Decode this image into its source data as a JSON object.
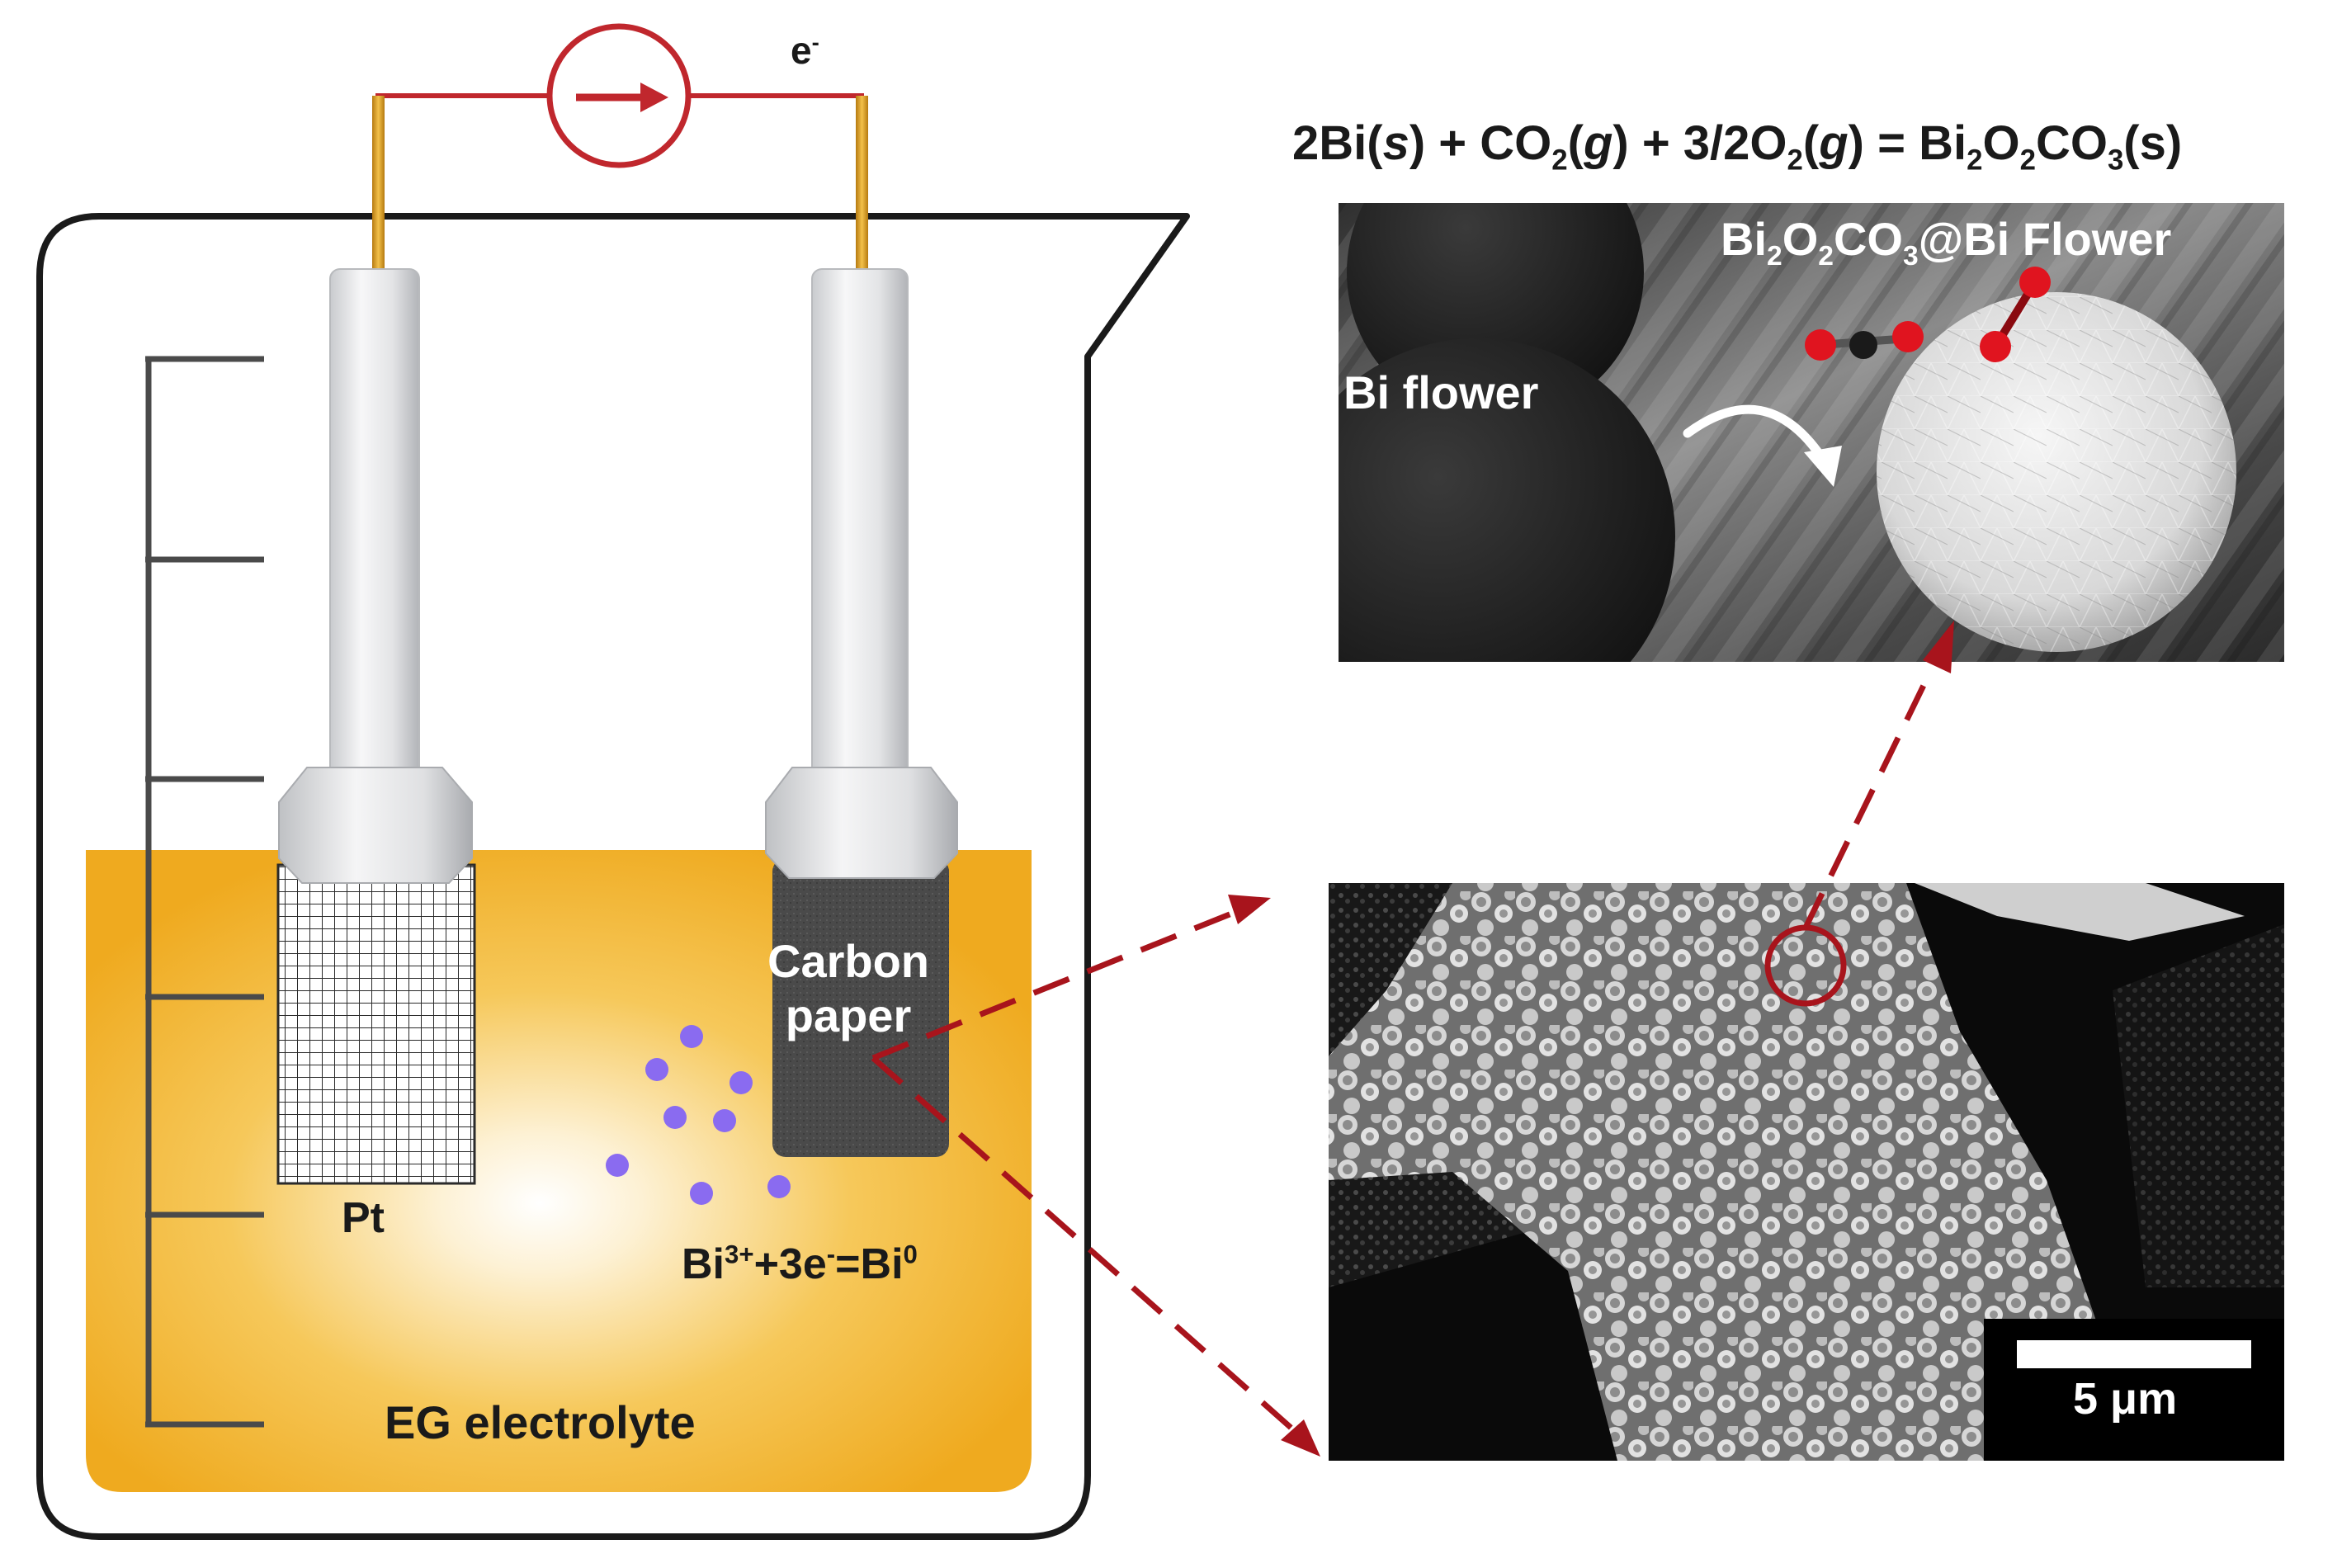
{
  "circuit": {
    "electron_symbol": "e",
    "electron_superscript": "-"
  },
  "electrodes": {
    "counter_label": "Pt",
    "working_label_line1": "Carbon",
    "working_label_line2": "paper"
  },
  "cell": {
    "reduction_prefix": "Bi",
    "reduction_charge": "3+",
    "reduction_mid": "+3e",
    "reduction_electron_charge": "-",
    "reduction_eq": "=Bi",
    "reduction_product_charge": "0",
    "electrolyte_label": "EG electrolyte"
  },
  "reaction": {
    "r1": "2Bi(",
    "r1_state": "s",
    "r2": ") + CO",
    "r2_sub": "2",
    "r3": "(",
    "r3_state": "g",
    "r4": ") + 3/2O",
    "r4_sub": "2",
    "r5": "(",
    "r5_state": "g",
    "r6": ") = Bi",
    "r6_sub": "2",
    "r7": "O",
    "r7_sub": "2",
    "r8": "CO",
    "r8_sub": "3",
    "r9": "(s)"
  },
  "render_panel": {
    "product_bi": "Bi",
    "product_sub1": "2",
    "product_o": "O",
    "product_sub2": "2",
    "product_co": "CO",
    "product_sub3": "3",
    "product_suffix": "@Bi Flower",
    "bi_flower_label": "Bi flower"
  },
  "sem_panel": {
    "scale_bar_label": "5 μm"
  },
  "colors": {
    "electrolyte": "#f0ae22",
    "circuit_red": "#c0272d",
    "arrow_red": "#a8141c",
    "particles": "#8a6bf0",
    "wire_gold": "#e3a51a"
  }
}
